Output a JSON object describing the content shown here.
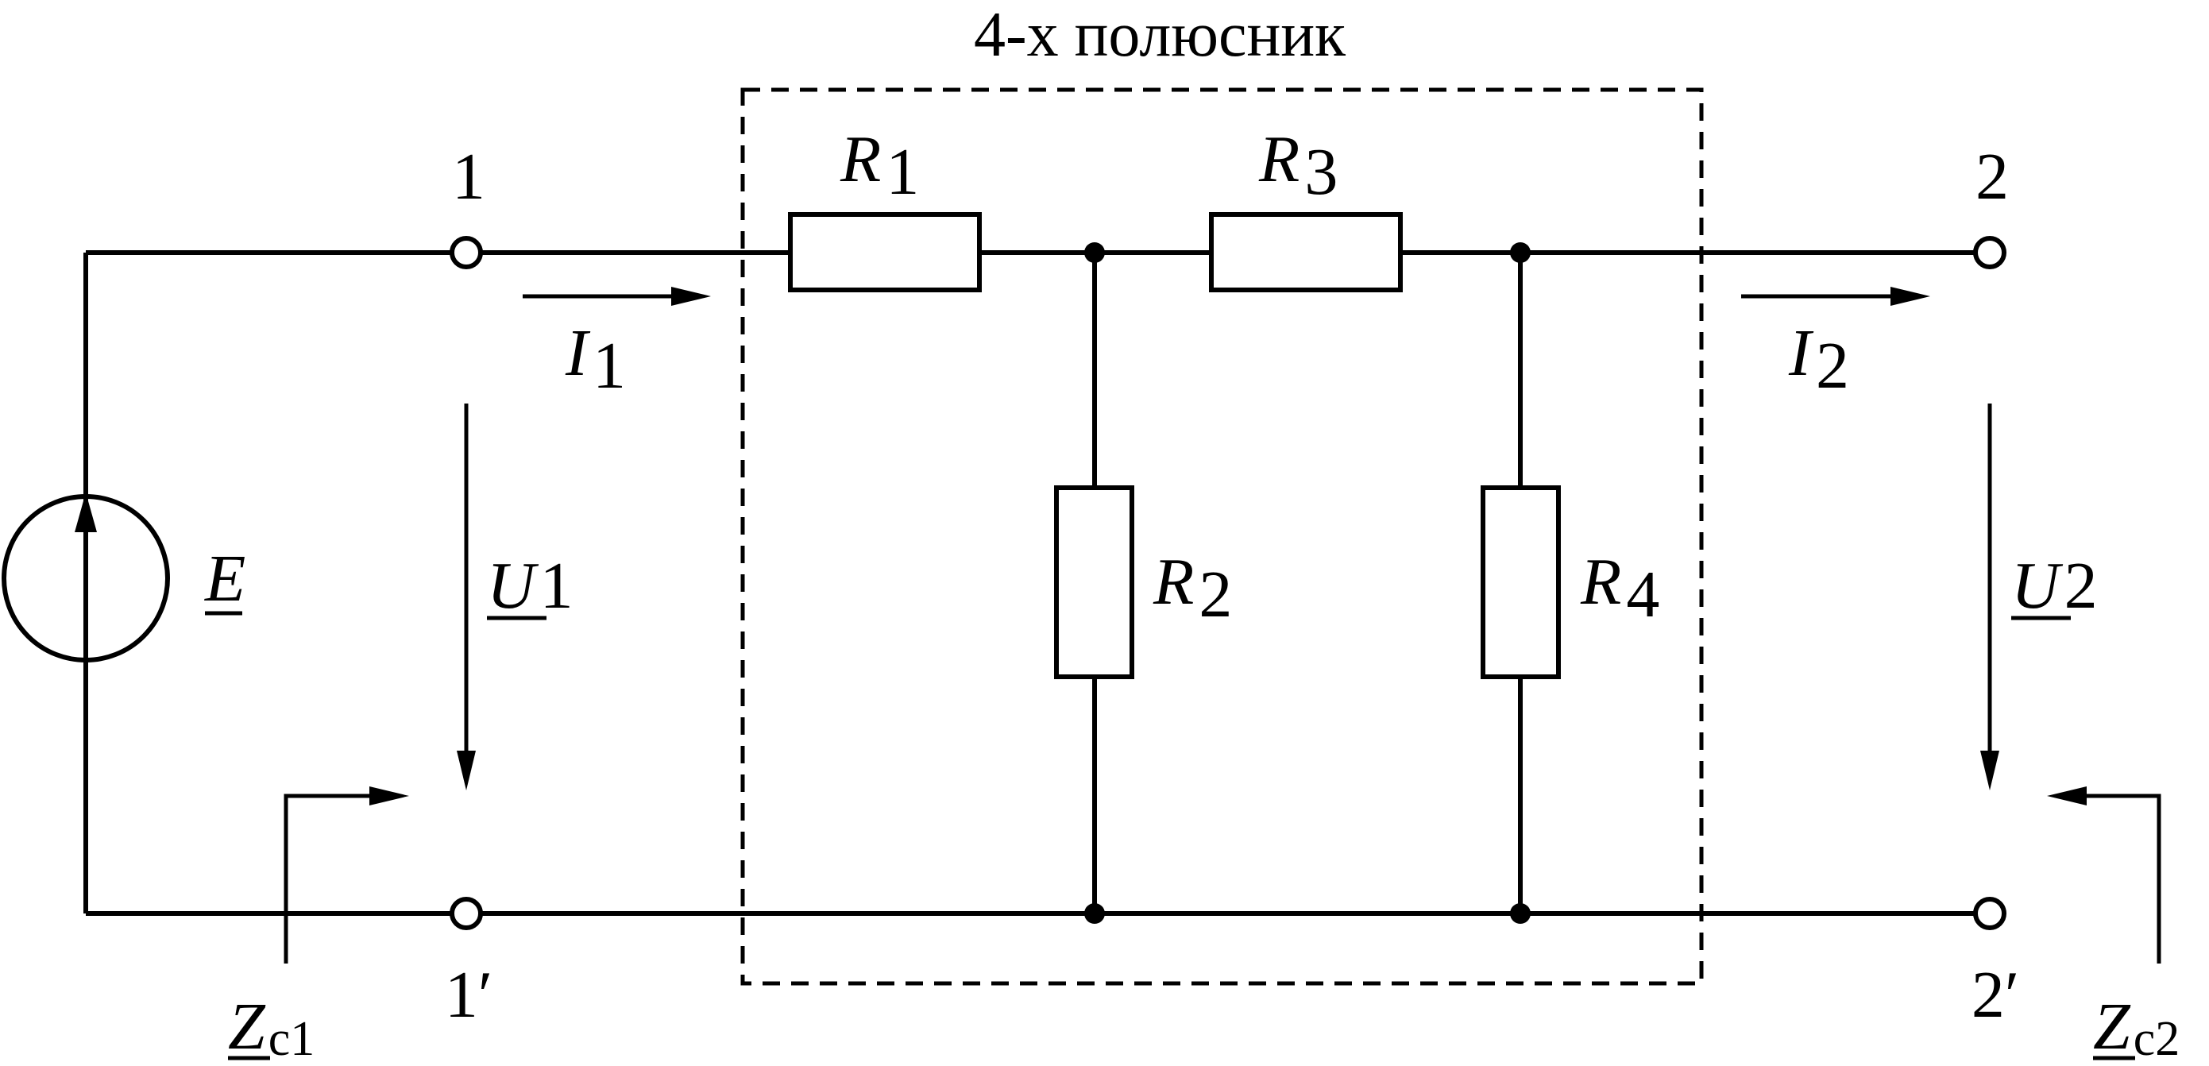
{
  "title": "4-х полюсник",
  "terminals": {
    "t1": "1",
    "t1p": "1′",
    "t2": "2",
    "t2p": "2′"
  },
  "resistors": {
    "r1": {
      "sym": "R",
      "sub": "1"
    },
    "r2": {
      "sym": "R",
      "sub": "2"
    },
    "r3": {
      "sym": "R",
      "sub": "3"
    },
    "r4": {
      "sym": "R",
      "sub": "4"
    }
  },
  "currents": {
    "i1": {
      "sym": "I",
      "sub": "1"
    },
    "i2": {
      "sym": "I",
      "sub": "2"
    }
  },
  "voltages": {
    "u1": {
      "sym": "U",
      "sub": "1"
    },
    "u2": {
      "sym": "U",
      "sub": "2"
    }
  },
  "source": {
    "sym": "E"
  },
  "impedances": {
    "zc1": {
      "sym": "Z",
      "sub": "c1"
    },
    "zc2": {
      "sym": "Z",
      "sub": "c2"
    }
  }
}
